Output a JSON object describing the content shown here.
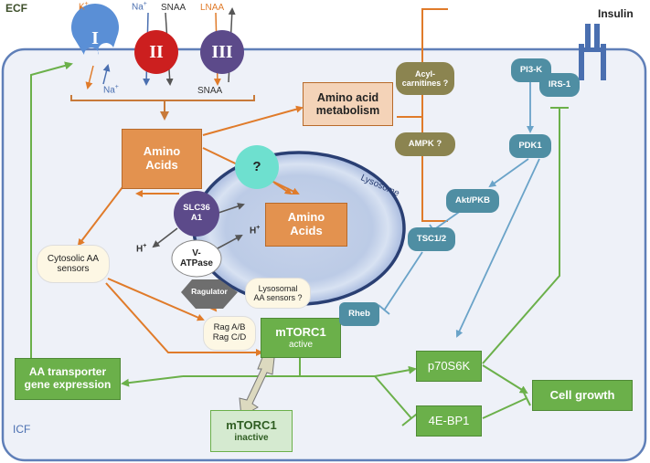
{
  "compartments": {
    "ecf": "ECF",
    "icf": "ICF",
    "lysosome": "Lysosome"
  },
  "transporters": {
    "t1": {
      "numeral": "I",
      "in1": "K",
      "in1_sup": "+",
      "out1": "Na",
      "out1_sup": "+"
    },
    "t2": {
      "numeral": "II",
      "top1": "Na",
      "top1_sup": "+",
      "top2": "SNAA"
    },
    "t3": {
      "numeral": "III",
      "top": "LNAA",
      "bottom": "SNAA"
    }
  },
  "insulin": "Insulin",
  "nodes": {
    "amino_acids_cytosol": [
      "Amino",
      "Acids"
    ],
    "amino_acids_lysosome": [
      "Amino",
      "Acids"
    ],
    "aa_metabolism": [
      "Amino acid",
      "metabolism"
    ],
    "acylcarnitines": [
      "Acyl-",
      "carnitines ?"
    ],
    "ampk": "AMPK ?",
    "unknown": "?",
    "slc36a1": [
      "SLC36",
      "A1"
    ],
    "h_plus": "H",
    "h_plus_sup": "+",
    "v_atpase": [
      "V-",
      "ATPase"
    ],
    "ragulator": "Ragulator",
    "lysosomal_sensors": [
      "Lysosomal",
      "AA sensors ?"
    ],
    "cytosolic_sensors": [
      "Cytosolic AA",
      "sensors"
    ],
    "rag": [
      "Rag A/B",
      "Rag C/D"
    ],
    "mtorc1_active": [
      "mTORC1",
      "active"
    ],
    "mtorc1_inactive": [
      "mTORC1",
      "inactive"
    ],
    "aa_transporter": [
      "AA transporter",
      "gene expression"
    ],
    "pi3k": "PI3-K",
    "irs1": "IRS-1",
    "pdk1": "PDK1",
    "akt": "Akt/PKB",
    "tsc": "TSC1/2",
    "rheb": "Rheb",
    "p70s6k": "p70S6K",
    "eb4bp1": "4E-BP1",
    "cell_growth": "Cell growth"
  },
  "colors": {
    "orange": "#e07b2a",
    "green": "#6bb04a",
    "teal": "#4f8ea3",
    "olive": "#8b8450",
    "cell_fill": "#eef1f8",
    "cell_border": "#5f7fb8",
    "transporter_I": "#5a8fd6",
    "transporter_II": "#cc1f1f",
    "transporter_III": "#5c4a8a"
  }
}
